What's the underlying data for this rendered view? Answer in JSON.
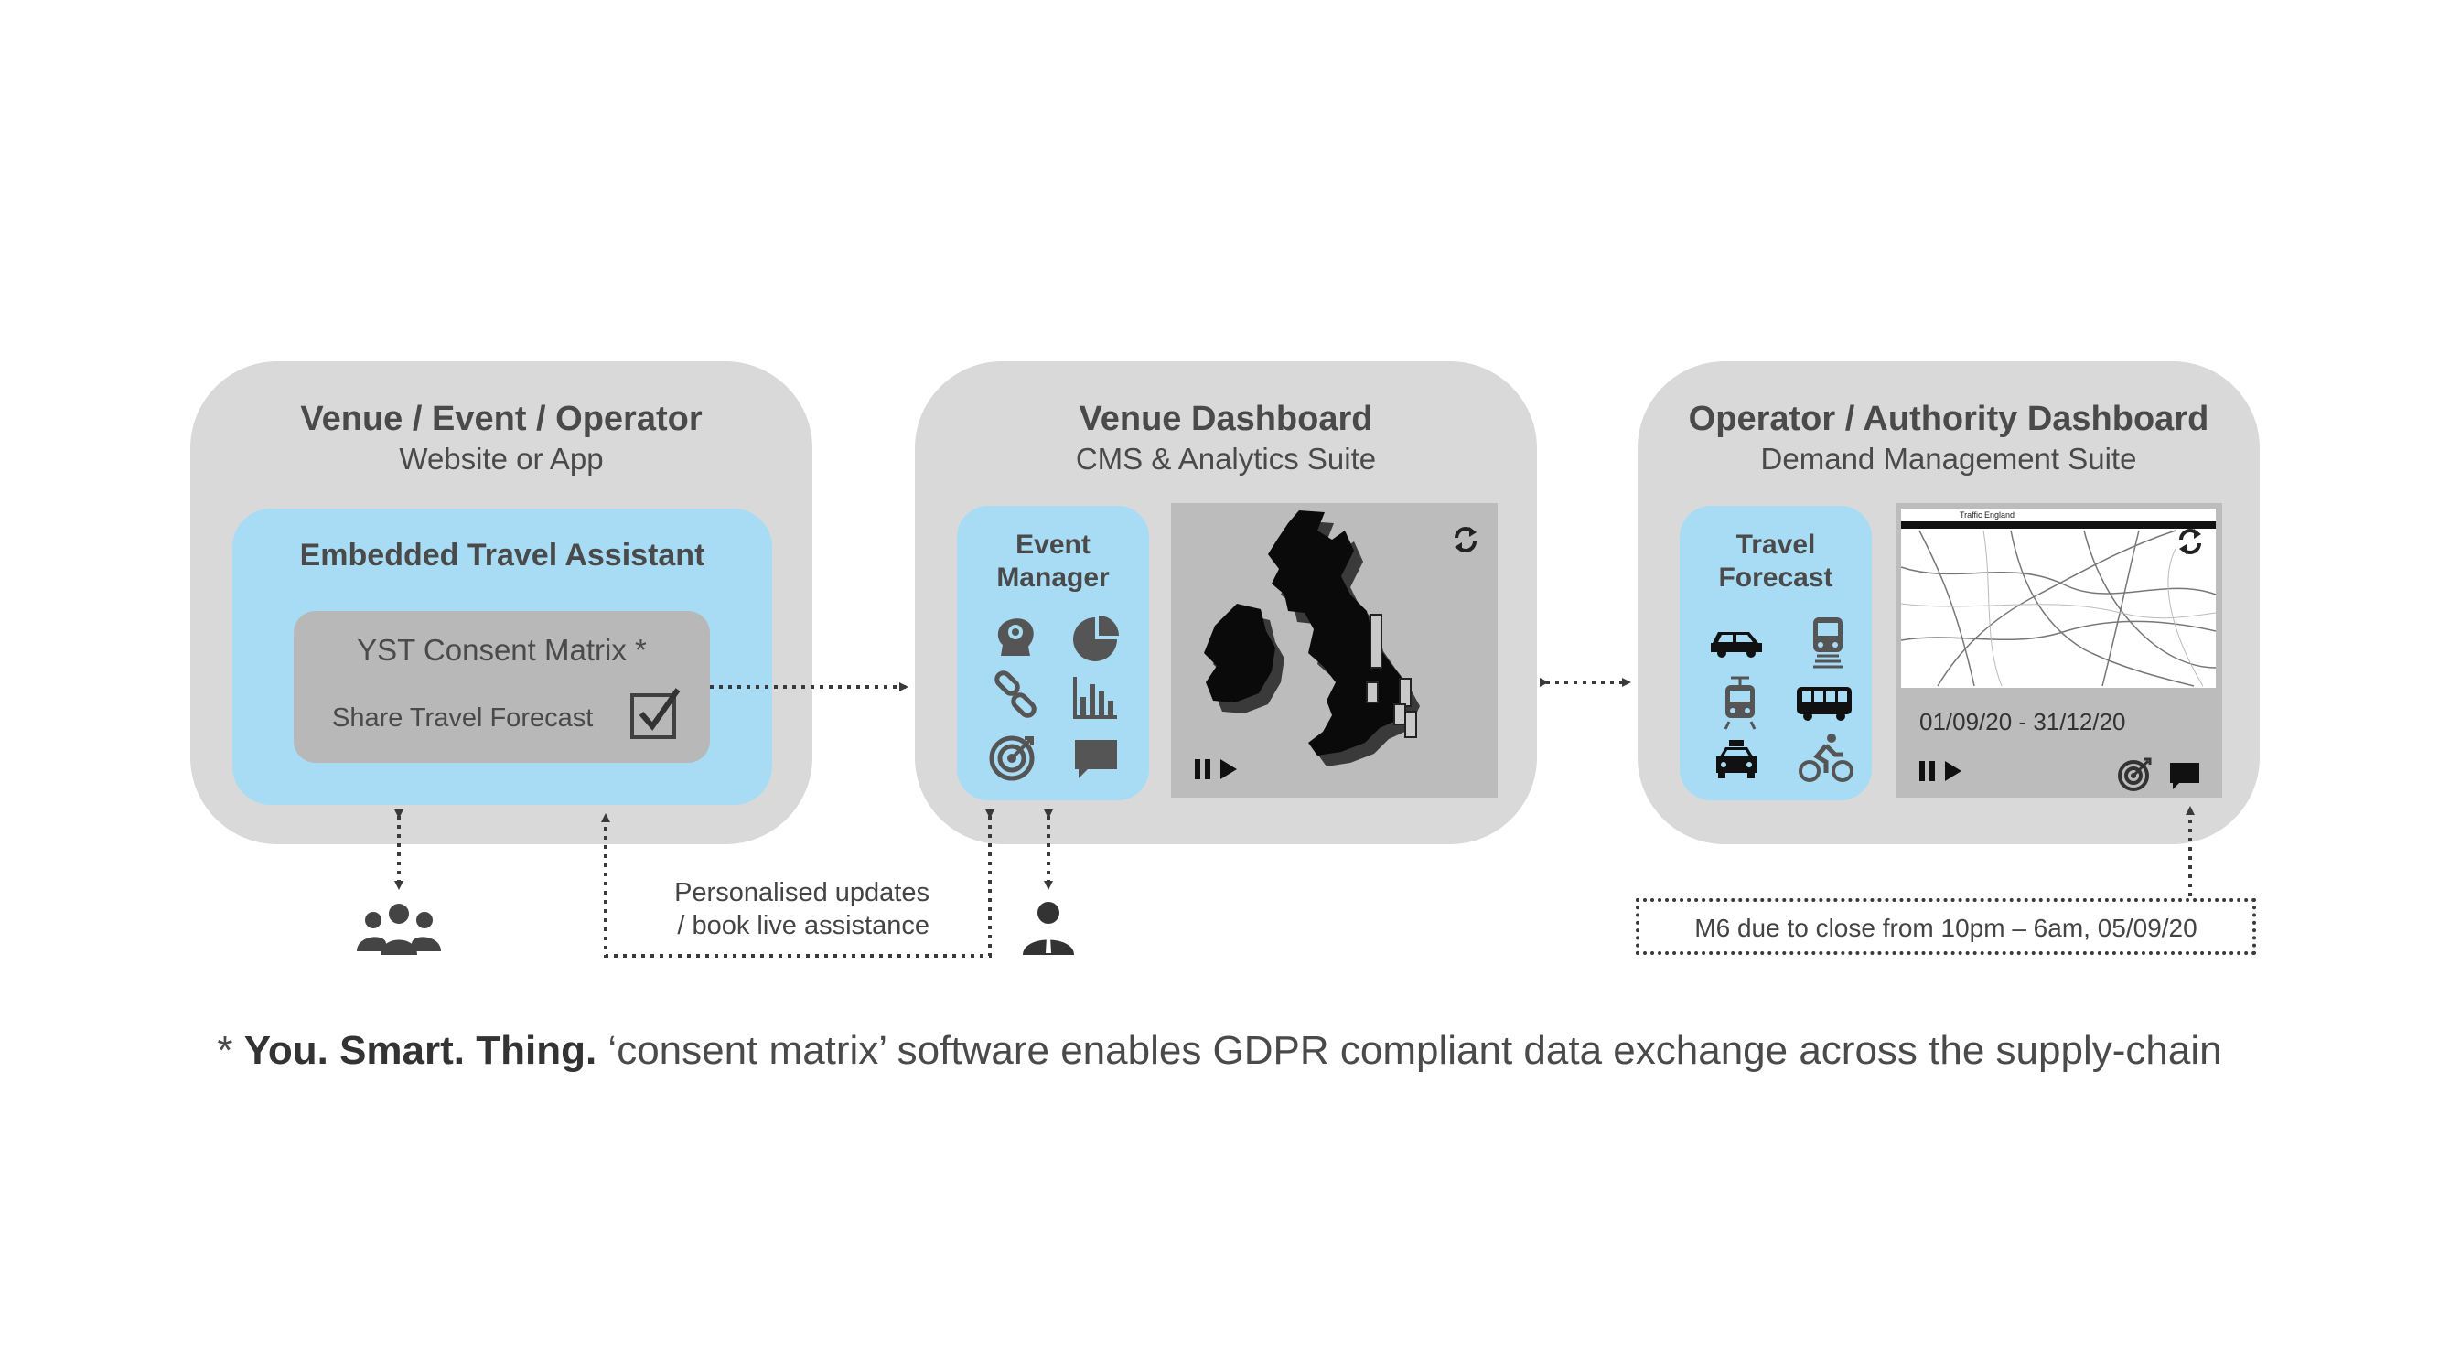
{
  "left_panel": {
    "title": "Venue / Event / Operator",
    "subtitle": "Website or App",
    "assistant_title": "Embedded Travel Assistant",
    "consent_title": "YST Consent Matrix *",
    "consent_option": "Share Travel Forecast",
    "consent_checked": true
  },
  "middle_panel": {
    "title": "Venue Dashboard",
    "subtitle": "CMS & Analytics Suite",
    "manager_title_line1": "Event",
    "manager_title_line2": "Manager",
    "icons": [
      "brain-gear-icon",
      "pie-chart-icon",
      "link-icon",
      "bar-chart-icon",
      "target-icon",
      "chat-icon"
    ]
  },
  "right_panel": {
    "title": "Operator / Authority Dashboard",
    "subtitle": "Demand Management Suite",
    "forecast_title_line1": "Travel",
    "forecast_title_line2": "Forecast",
    "date_range": "01/09/20 - 31/12/20",
    "map_header": "Traffic England",
    "icons": [
      "car-icon",
      "train-icon",
      "tram-icon",
      "bus-icon",
      "taxi-icon",
      "bicycle-icon"
    ]
  },
  "annotations": {
    "personalised_line1": "Personalised updates",
    "personalised_line2": "/ book live assistance",
    "alert_message": "M6 due to close from 10pm – 6am, 05/09/20"
  },
  "footnote": {
    "asterisk": "* ",
    "brand": "You. Smart. Thing.",
    "text": " ‘consent matrix’ software enables GDPR compliant data exchange across the supply-chain"
  },
  "colors": {
    "panel_gray": "#d9d9d9",
    "assistant_blue": "#a8dcf5",
    "consent_gray": "#b8b8b8",
    "screen_gray": "#bcbcbc",
    "text_dark": "#4a4a4a"
  }
}
